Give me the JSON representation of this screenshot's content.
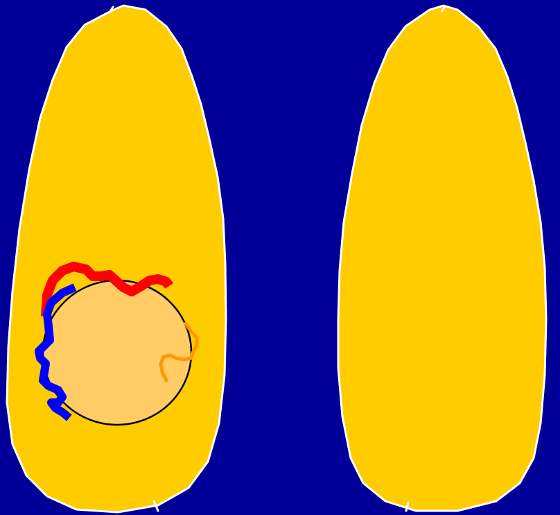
{
  "colors": {
    "background": "#000099",
    "kernel_fill": "#FFCC00",
    "kernel_outline": "#FFFFFF",
    "embryo_fill": "#FFCC66",
    "embryo_outline": "#000000",
    "strand_red": "#FF0000",
    "strand_blue": "#0000FF",
    "strand_orange": "#FF9900"
  },
  "shapes": {
    "left_kernel": "left-kernel-shape",
    "right_kernel": "right-kernel-shape",
    "embryo": "embryo-circle",
    "strands": [
      "red-strand",
      "blue-strand",
      "orange-strand"
    ]
  }
}
